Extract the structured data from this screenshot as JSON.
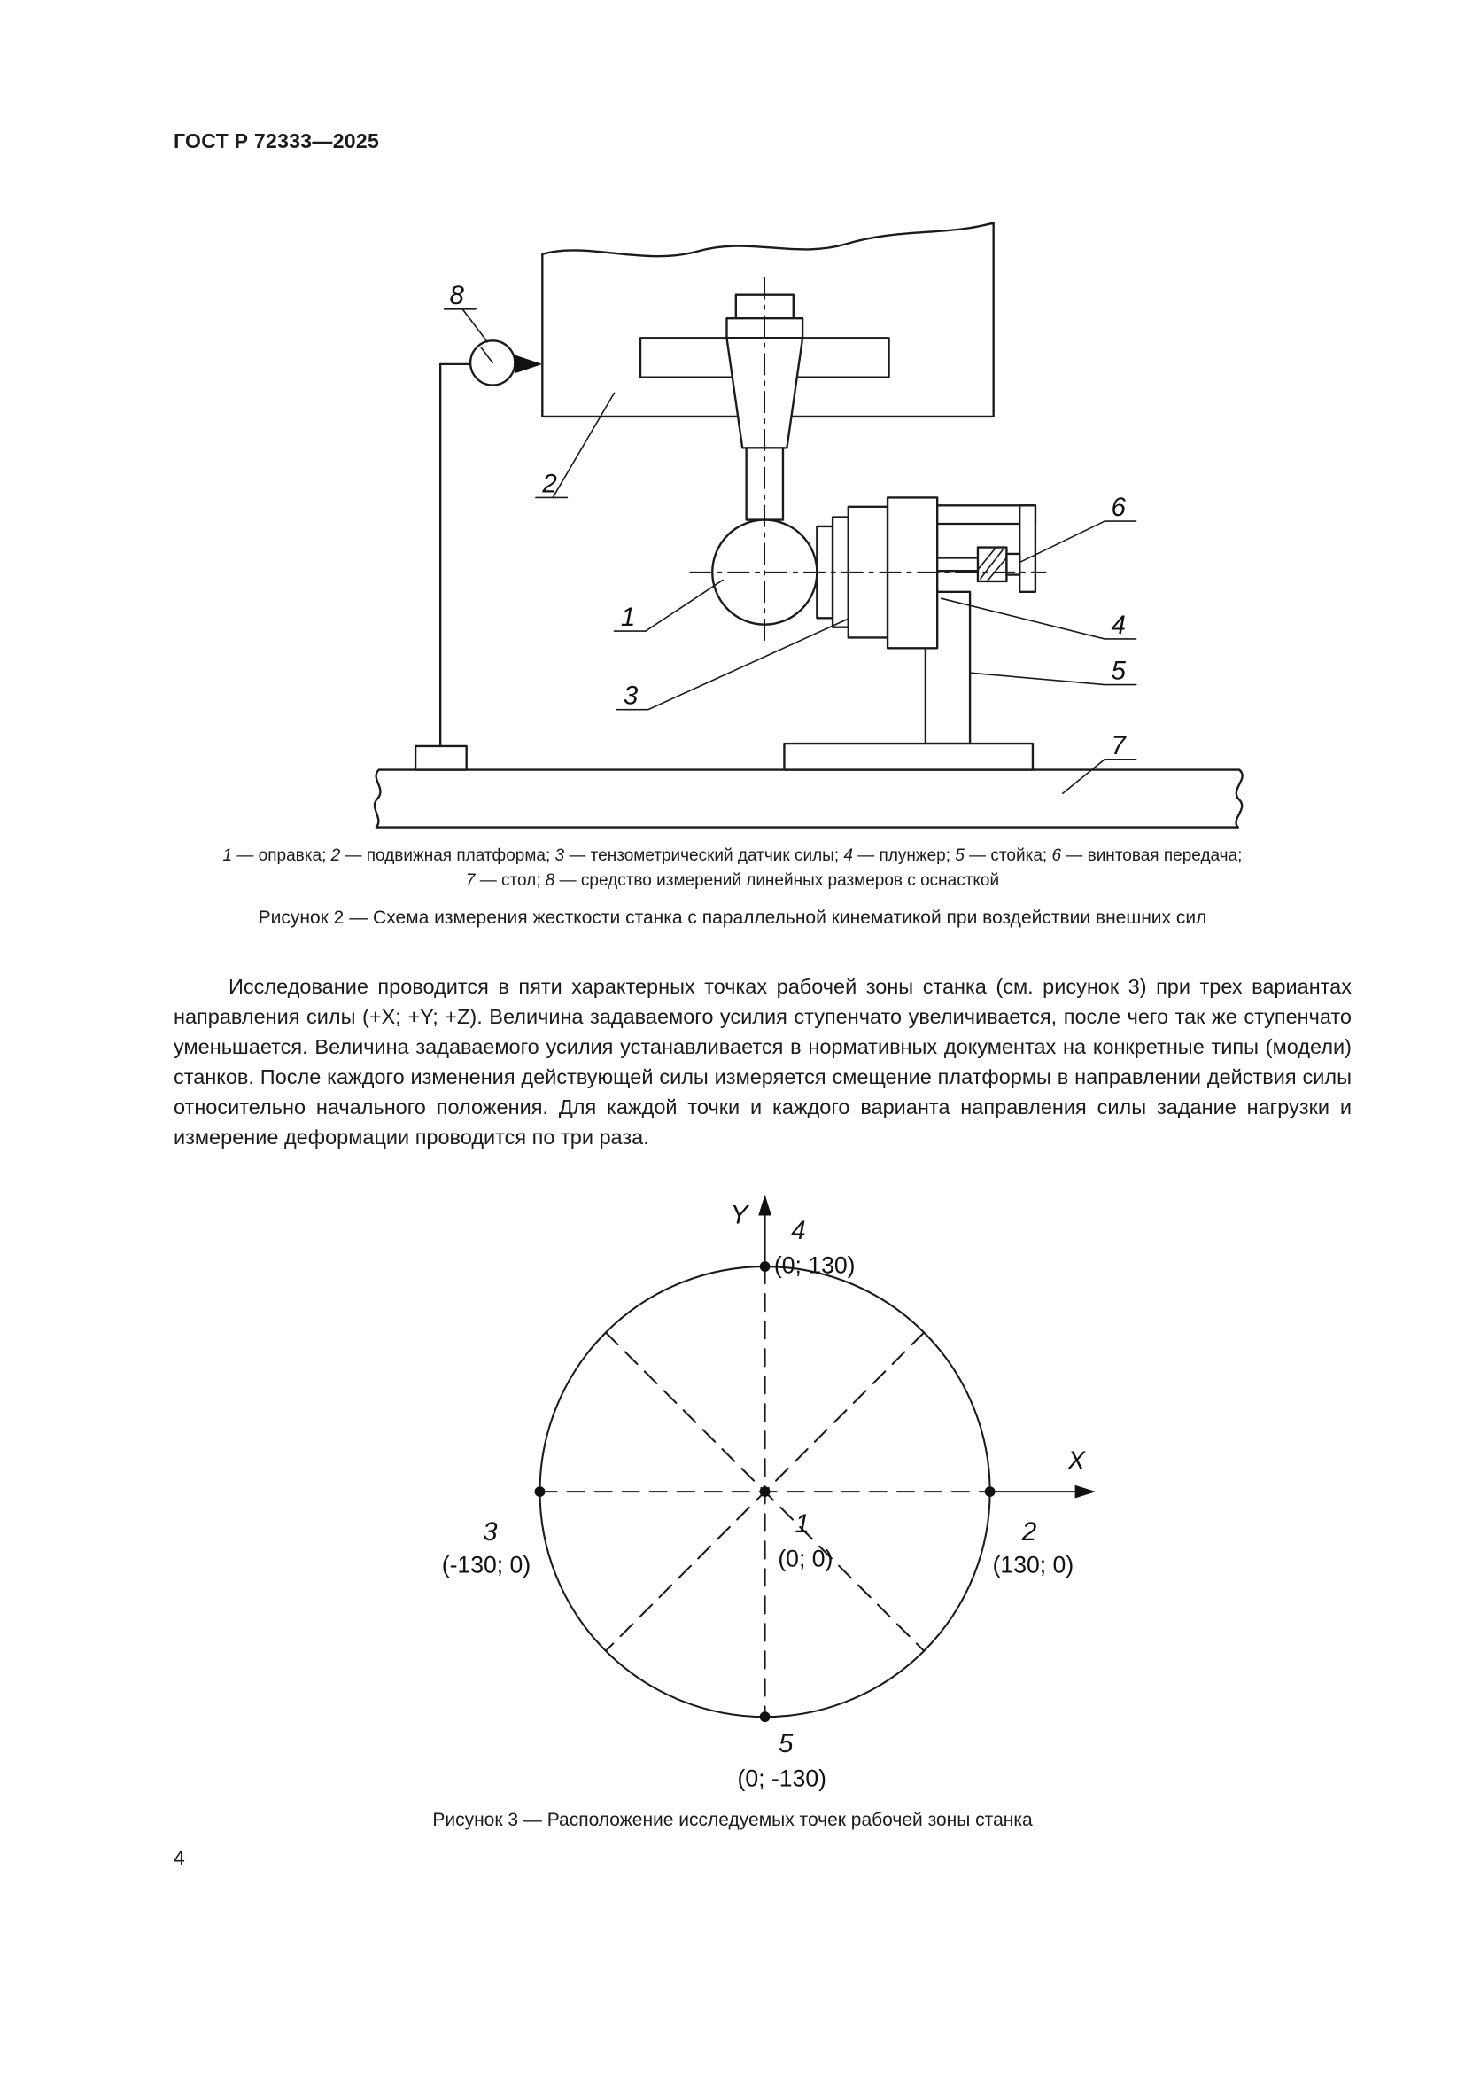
{
  "page": {
    "header": "ГОСТ Р 72333—2025",
    "page_number": "4"
  },
  "figure2": {
    "callouts": [
      "1",
      "2",
      "3",
      "4",
      "5",
      "6",
      "7",
      "8"
    ],
    "legend": [
      {
        "n": "1",
        "t": " — оправка; "
      },
      {
        "n": "2",
        "t": " — подвижная платформа; "
      },
      {
        "n": "3",
        "t": " — тензометрический датчик силы; "
      },
      {
        "n": "4",
        "t": " — плунжер; "
      },
      {
        "n": "5",
        "t": " — стойка; "
      },
      {
        "n": "6",
        "t": " — винтовая передача;"
      },
      {
        "n": "7",
        "t": " — стол; "
      },
      {
        "n": "8",
        "t": " — средство измерений линейных размеров с оснасткой"
      }
    ],
    "caption": "Рисунок 2 — Схема измерения жесткости станка с параллельной кинематикой при воздействии внешних сил"
  },
  "body_text": "Исследование проводится в пяти характерных точках рабочей зоны станка (см. рисунок 3) при трех вариантах направления силы (+X; +Y; +Z). Величина задаваемого усилия ступенчато увеличивается, после чего так же ступенчато уменьшается. Величина задаваемого усилия устанавливается в нормативных документах на конкретные типы (модели) станков. После каждого изменения действующей силы измеряется смещение платформы в направлении действия силы относительно начального положения. Для каждой точки и каждого варианта направления силы задание нагрузки и измерение деформации проводится по три раза.",
  "figure3": {
    "axes": {
      "x": "X",
      "y": "Y"
    },
    "points": [
      {
        "id": "1",
        "coords": "(0; 0)"
      },
      {
        "id": "2",
        "coords": "(130; 0)"
      },
      {
        "id": "3",
        "coords": "(-130; 0)"
      },
      {
        "id": "4",
        "coords": "(0; 130)"
      },
      {
        "id": "5",
        "coords": "(0; -130)"
      }
    ],
    "caption": "Рисунок 3 — Расположение исследуемых точек рабочей зоны станка"
  }
}
